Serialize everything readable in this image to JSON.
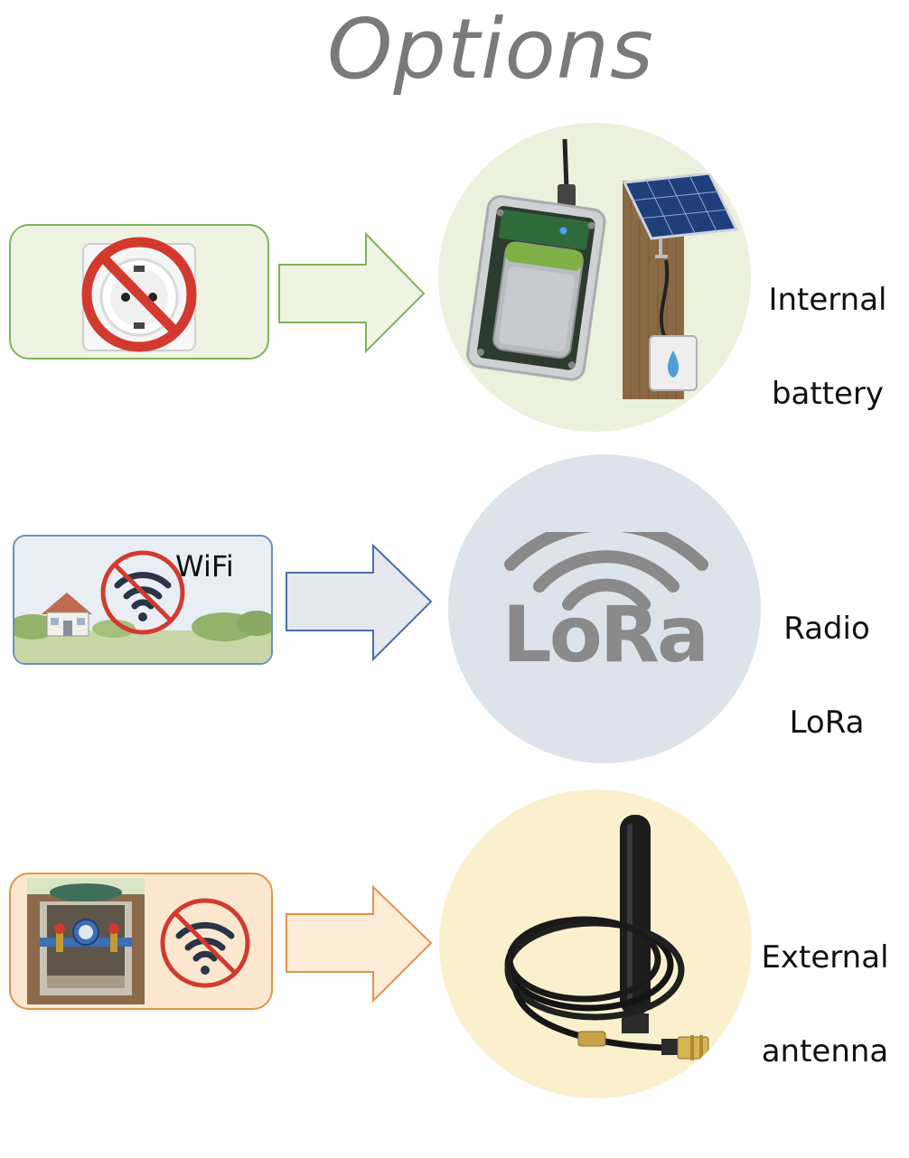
{
  "title": "Options",
  "rows": [
    {
      "label_lines": [
        "Internal",
        "battery"
      ],
      "problem": "no-power-socket",
      "colors": {
        "box_fill": "#eef3e4",
        "box_border": "#7fb35c",
        "arrow_fill": "#eef3e4",
        "arrow_border": "#7fb35c",
        "circle": "#ebf1dd"
      }
    },
    {
      "label_lines": [
        "Radio",
        "LoRa"
      ],
      "problem_text": "WiFi",
      "solution_text": "LoRa",
      "colors": {
        "box_fill": "#dfe6ee",
        "box_border": "#6d8fb8",
        "arrow_fill": "#e3e8ee",
        "arrow_border": "#4a6fa8",
        "circle": "#dde3ea",
        "lora": "#8a8a8a"
      }
    },
    {
      "label_lines": [
        "External",
        "antenna"
      ],
      "problem": "meter-pit-no-signal",
      "colors": {
        "box_fill": "#fbe7cf",
        "box_border": "#e0954a",
        "arrow_fill": "#fcecd8",
        "arrow_border": "#e0954a",
        "circle": "#fbf0cd"
      }
    }
  ],
  "icons": {
    "row1_left": "no-socket-icon",
    "row1_right": "battery-enclosure-icon",
    "row1_right2": "solar-panel-icon",
    "row2_left": "no-wifi-icon",
    "row2_right": "lora-signal-icon",
    "row3_left": "water-meter-pit-icon",
    "row3_left2": "no-wifi-icon",
    "row3_right": "external-antenna-icon"
  }
}
